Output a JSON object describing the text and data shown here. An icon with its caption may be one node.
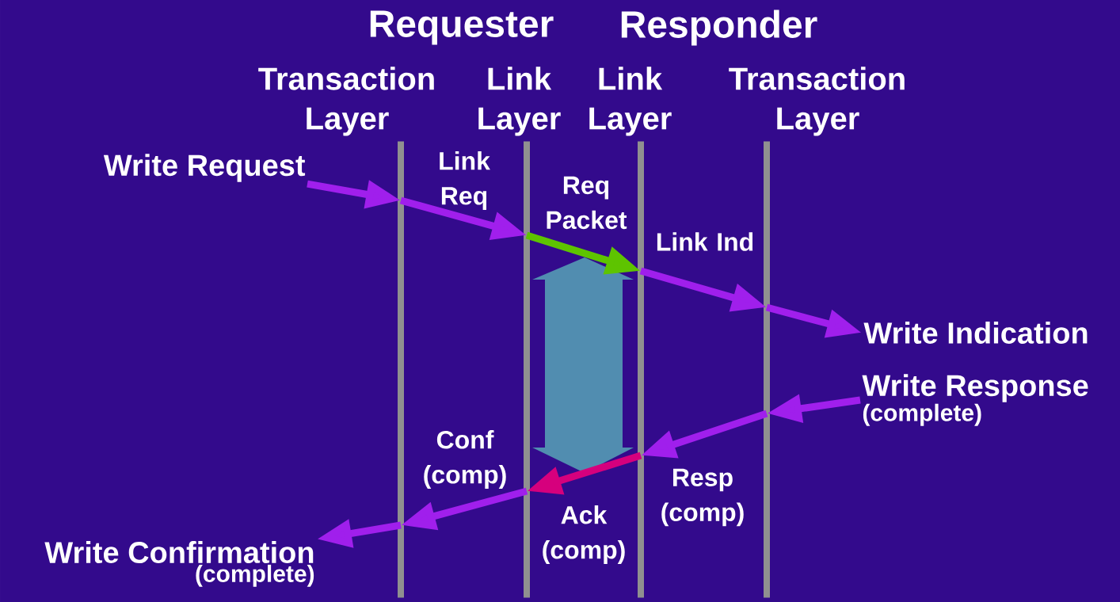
{
  "diagram": {
    "nodes": [
      {
        "text": [
          "Write Request"
        ]
      },
      {
        "text": [
          "Transaction Layer"
        ]
      },
      {
        "text": [
          "Link Layer"
        ]
      },
      {
        "text": [
          "Link Layer"
        ]
      },
      {
        "text": [
          "Transaction Layer"
        ]
      },
      {
        "text": [
          "Write Indication"
        ]
      },
      {
        "text": [
          "Write Response",
          "(complete)"
        ]
      },
      {
        "text": [
          "Write Confirmation",
          "(complete)"
        ]
      }
    ],
    "edges": [
      {
        "from": 0,
        "to": 1,
        "arrow": "to"
      },
      {
        "from": 1,
        "to": 2,
        "arrow": "to",
        "label": "Link Req"
      },
      {
        "from": 2,
        "to": 3,
        "arrow": "to",
        "label": "Req Packet",
        "color": "#5ec400"
      },
      {
        "from": 3,
        "to": 4,
        "arrow": "to",
        "label": "Link Ind"
      },
      {
        "from": 4,
        "to": 5,
        "arrow": "to"
      },
      {
        "from": 6,
        "to": 4,
        "arrow": "to"
      },
      {
        "from": 4,
        "to": 3,
        "arrow": "to",
        "label": "Resp (comp)"
      },
      {
        "from": 3,
        "to": 2,
        "arrow": "to",
        "label": "Ack (comp)",
        "color": "#d6007d"
      },
      {
        "from": 2,
        "to": 1,
        "arrow": "to",
        "label": "Conf (comp)"
      },
      {
        "from": 1,
        "to": 7,
        "arrow": "to"
      }
    ],
    "labels": [
      "Requester",
      "Responder"
    ]
  }
}
